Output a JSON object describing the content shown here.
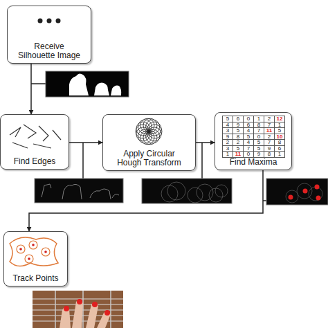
{
  "diagram": {
    "nodes": [
      {
        "text": [
          "Receive Silhouette Image"
        ]
      },
      {
        "text": [
          "Find Edges"
        ]
      },
      {
        "text": [
          "Apply Circular Hough Transform"
        ]
      },
      {
        "text": [
          "Find Maxima"
        ]
      },
      {
        "text": [
          "Track Points"
        ]
      }
    ],
    "edges": [
      {
        "from": 0,
        "to": 1,
        "arrow": "to"
      },
      {
        "from": 1,
        "to": 2,
        "arrow": "to"
      },
      {
        "from": 2,
        "to": 3,
        "arrow": "to"
      },
      {
        "from": 3,
        "to": 4,
        "arrow": "to"
      }
    ],
    "labels": [
      "5",
      "6",
      "0",
      "1",
      "2",
      "12",
      "4",
      "9",
      "6",
      "8",
      "7",
      "1",
      "3",
      "5",
      "4",
      "7",
      "11",
      "5",
      "9",
      "8",
      "5",
      "0",
      "2",
      "10",
      "2",
      "2",
      "4",
      "5",
      "7",
      "8",
      "3",
      "5",
      "7",
      "5",
      "9",
      "6",
      "1",
      "11",
      "0",
      "9",
      "8",
      "1"
    ]
  }
}
